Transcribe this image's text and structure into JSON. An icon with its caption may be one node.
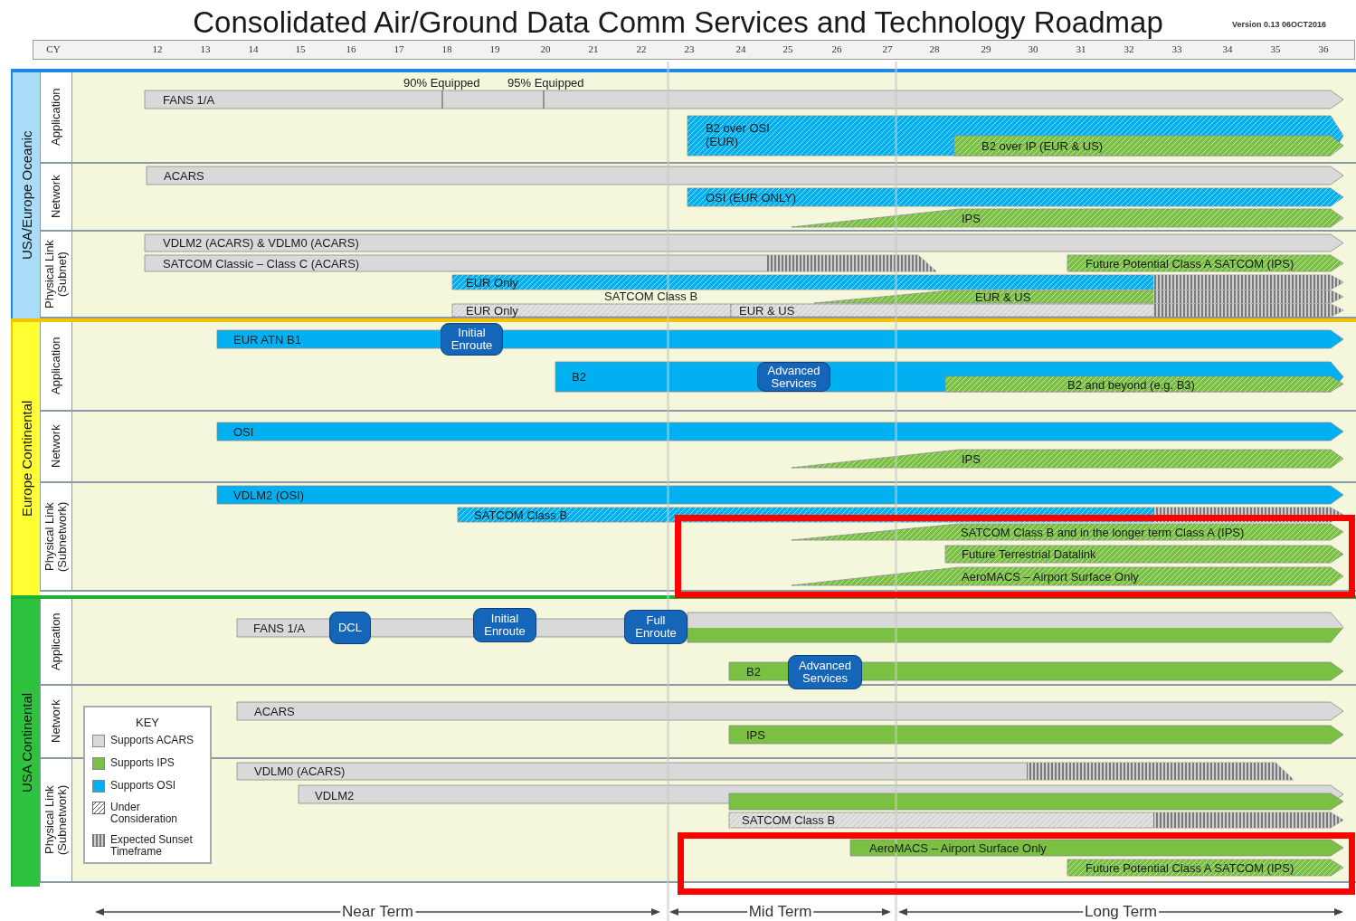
{
  "diagram": {
    "title": "Consolidated Air/Ground Data Comm Services and Technology Roadmap",
    "nodes": [
      {
        "text": [
          "USA/Europe Oceanic"
        ]
      },
      {
        "text": [
          "Application"
        ],
        "in": 0
      },
      {
        "text": [
          "FANS 1/A"
        ],
        "in": 1,
        "beside": [
          "90% Equipped",
          "95% Equipped"
        ]
      },
      {
        "text": [
          "B2 over OSI (EUR)"
        ],
        "in": 1
      },
      {
        "text": [
          "B2 over IP (EUR & US)"
        ],
        "in": 3
      },
      {
        "text": [
          "Network"
        ],
        "in": 0
      },
      {
        "text": [
          "ACARS"
        ],
        "in": 5
      },
      {
        "text": [
          "OSI (EUR ONLY)"
        ],
        "in": 5
      },
      {
        "text": [
          "IPS"
        ],
        "in": 5
      },
      {
        "text": [
          "Physical Link (Subnet)"
        ],
        "in": 0
      },
      {
        "text": [
          "VDLM2 (ACARS) & VDLM0 (ACARS)"
        ],
        "in": 9
      },
      {
        "text": [
          "SATCOM Classic – Class C (ACARS)"
        ],
        "in": 9
      },
      {
        "text": [
          "Future Potential Class A SATCOM (IPS)"
        ],
        "in": 9
      },
      {
        "text": [
          "EUR Only"
        ],
        "in": 9
      },
      {
        "text": [
          "EUR Only"
        ],
        "in": 9
      },
      {
        "text": [
          "EUR & US"
        ],
        "in": 9
      },
      {
        "text": [
          "EUR & US"
        ],
        "in": 9
      },
      {
        "text": [
          "Europe Continental"
        ]
      },
      {
        "text": [
          "Application"
        ],
        "in": 17
      },
      {
        "text": [
          "EUR ATN B1"
        ],
        "in": 18
      },
      {
        "text": [
          "Initial Enroute"
        ],
        "in": 18
      },
      {
        "text": [
          "B2"
        ],
        "in": 18
      },
      {
        "text": [
          "Advanced Services"
        ],
        "in": 21
      },
      {
        "text": [
          "B2 and beyond (e.g. B3)"
        ],
        "in": 21
      },
      {
        "text": [
          "Network"
        ],
        "in": 17
      },
      {
        "text": [
          "OSI"
        ],
        "in": 24
      },
      {
        "text": [
          "IPS"
        ],
        "in": 24
      },
      {
        "text": [
          "Physical Link (Subnetwork)"
        ],
        "in": 17
      },
      {
        "text": [
          "VDLM2 (OSI)"
        ],
        "in": 27
      },
      {
        "text": [
          "SATCOM Class B"
        ],
        "in": 27
      },
      {
        "text": [
          "SATCOM Class B and in the longer term Class A (IPS)"
        ],
        "in": 27
      },
      {
        "text": [
          "Future Terrestrial Datalink"
        ],
        "in": 27
      },
      {
        "text": [
          "AeroMACS – Airport Surface Only"
        ],
        "in": 27
      },
      {
        "text": [
          "USA Continental"
        ]
      },
      {
        "text": [
          "Application"
        ],
        "in": 33
      },
      {
        "text": [
          "FANS 1/A"
        ],
        "in": 34
      },
      {
        "text": [
          "DCL"
        ],
        "in": 34
      },
      {
        "text": [
          "Initial Enroute"
        ],
        "in": 34
      },
      {
        "text": [
          "Full Enroute"
        ],
        "in": 34
      },
      {
        "text": [
          "B2"
        ],
        "in": 34
      },
      {
        "text": [
          "Advanced Services"
        ],
        "in": 33
      },
      {
        "text": [
          "Network"
        ],
        "in": 33
      },
      {
        "text": [
          "ACARS"
        ],
        "in": 41
      },
      {
        "text": [
          "IPS"
        ],
        "in": 41
      },
      {
        "text": [
          "Physical Link (Subnetwork)"
        ],
        "in": 33
      },
      {
        "text": [
          "VDLM0 (ACARS)"
        ],
        "in": 44
      },
      {
        "text": [
          "VDLM2"
        ],
        "in": 44
      },
      {
        "text": [
          "SATCOM Class B"
        ],
        "in": 44
      },
      {
        "text": [
          "AeroMACS – Airport Surface Only"
        ],
        "in": 44
      },
      {
        "text": [
          "Future Potential Class A SATCOM (IPS)"
        ],
        "in": 44
      }
    ],
    "labels": [
      "Version 0.13 06OCT2016",
      "CY",
      "12",
      "13",
      "14",
      "15",
      "16",
      "17",
      "18",
      "19",
      "20",
      "21",
      "22",
      "23",
      "24",
      "25",
      "26",
      "27",
      "28",
      "29",
      "30",
      "31",
      "32",
      "33",
      "34",
      "35",
      "36",
      "SATCOM Class B",
      "KEY",
      "Near Term",
      "Mid Term",
      "Long Term"
    ],
    "legend": [
      {
        "text": "Supports ACARS",
        "color": "#d9d9d9"
      },
      {
        "text": "Supports IPS",
        "color": "#7ac143"
      },
      {
        "text": "Supports OSI",
        "color": "#00b0f0"
      },
      {
        "text": "Under Consideration"
      },
      {
        "text": "Expected Sunset Timeframe"
      }
    ]
  }
}
